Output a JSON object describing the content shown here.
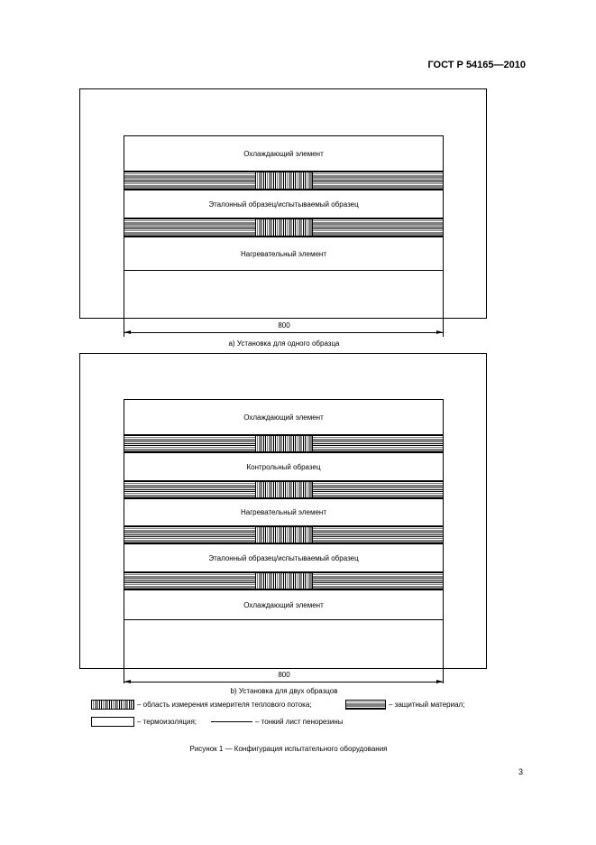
{
  "header": {
    "standard": "ГОСТ Р 54165—2010"
  },
  "figure_a": {
    "layers": [
      "Охлаждающий элемент",
      "Эталонный образец/испытываемый образец",
      "Нагревательный элемент"
    ],
    "dimension": "800",
    "caption": "а) Установка для одного образца"
  },
  "figure_b": {
    "layers": [
      "Охлаждающий элемент",
      "Контрольный образец",
      "Нагревательный элемент",
      "Эталонный образец/испытываемый образец",
      "Охлаждающий элемент"
    ],
    "dimension": "800",
    "caption": "b) Установка для двух образцов"
  },
  "legend": {
    "measurement_area": "– область измерения измерителя теплового потока;",
    "protective_material": "– защитный материал;",
    "insulation": "– термоизоляция;",
    "foam_sheet": "– тонкий лист пенорезины"
  },
  "figure_caption": "Рисунок 1 — Конфигурация испытательного оборудования",
  "page_number": "3"
}
